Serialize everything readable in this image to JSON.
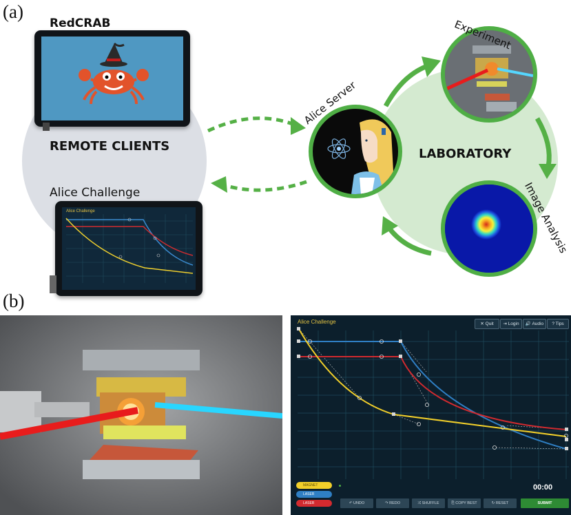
{
  "panel_a": {
    "label": "(a)",
    "redcrab_title": "RedCRAB",
    "alice_challenge_title": "Alice Challenge",
    "remote_clients": "REMOTE CLIENTS",
    "laboratory": "LABORATORY",
    "alice_server": "Alice Server",
    "experiment": "Experiment",
    "image_analysis": "Image Analysis",
    "mini_screen_title": "Alice Challenge"
  },
  "panel_b": {
    "label": "(b)",
    "game": {
      "title": "Alice Challenge",
      "buttons": [
        {
          "icon": "✕",
          "label": "Quit"
        },
        {
          "icon": "⇥",
          "label": "Login"
        },
        {
          "icon": "🔊",
          "label": "Audio"
        },
        {
          "icon": "?",
          "label": "Tips"
        }
      ],
      "legend": [
        {
          "name": "MAGNET",
          "color": "#f2cf2a"
        },
        {
          "name": "LASER",
          "color": "#2f7fc4"
        },
        {
          "name": "LASER",
          "color": "#d22a2f"
        }
      ],
      "timer": "00:00",
      "toolbar": [
        {
          "icon": "↶",
          "label": "UNDO"
        },
        {
          "icon": "↷",
          "label": "REDO"
        },
        {
          "icon": "⤮",
          "label": "SHUFFLE"
        },
        {
          "icon": "⎘",
          "label": "COPY BEST"
        },
        {
          "icon": "↻",
          "label": "RESET"
        }
      ],
      "submit": "SUBMIT"
    }
  }
}
